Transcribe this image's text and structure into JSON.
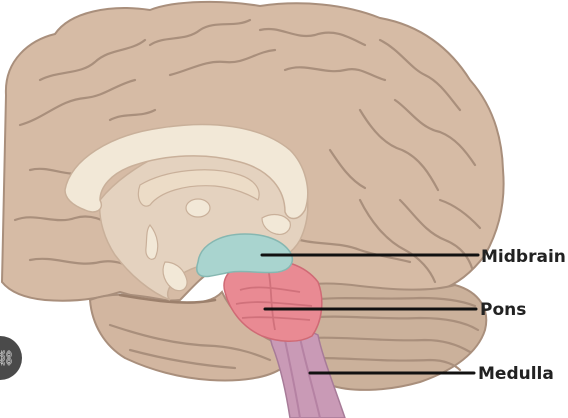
{
  "figure": {
    "labels": [
      {
        "id": "midbrain",
        "text": "Midbrain",
        "color": "#a9d4cf"
      },
      {
        "id": "pons",
        "text": "Pons",
        "color": "#e98a93"
      },
      {
        "id": "medulla",
        "text": "Medulla",
        "color": "#c99ab6"
      }
    ],
    "colors": {
      "cortex": "#d6bba5",
      "cortex_outline": "#a98f7c",
      "corpus_callosum": "#f2e8d7",
      "thalamus_region": "#e4d2bf",
      "cerebellum": "#cbb19b"
    }
  },
  "side_control": {
    "icon": "link-icon",
    "glyph": "⛓"
  }
}
